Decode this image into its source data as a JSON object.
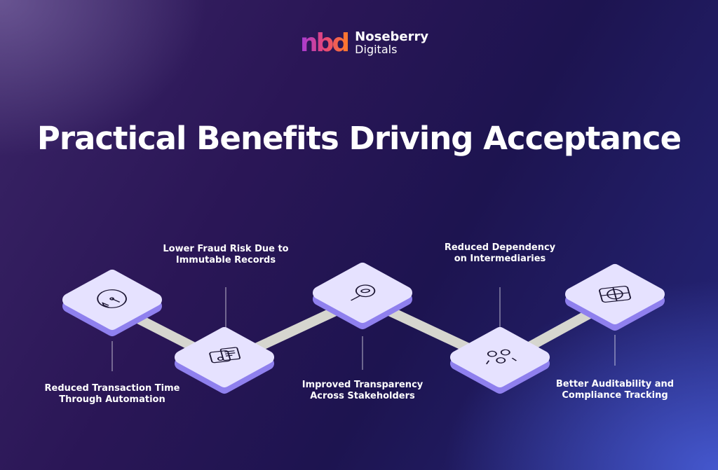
{
  "logo": {
    "mark": "nbd",
    "name": "Noseberry",
    "sub": "Digitals"
  },
  "title": "Practical Benefits Driving Acceptance",
  "steps": [
    {
      "label": "Reduced Transaction Time Through Automation",
      "icon": "clock-arrow-icon"
    },
    {
      "label": "Lower Fraud Risk Due to Immutable Records",
      "icon": "document-folder-icon"
    },
    {
      "label": "Improved Transparency Across Stakeholders",
      "icon": "magnifier-eye-icon"
    },
    {
      "label": "Reduced Dependency on Intermediaries",
      "icon": "network-people-icon"
    },
    {
      "label": "Better Auditability and Compliance Tracking",
      "icon": "target-audit-icon"
    }
  ],
  "colors": {
    "tile_top": "#e6e2ff",
    "tile_side": "#8f80ee",
    "connector": "#d6d6cf"
  }
}
